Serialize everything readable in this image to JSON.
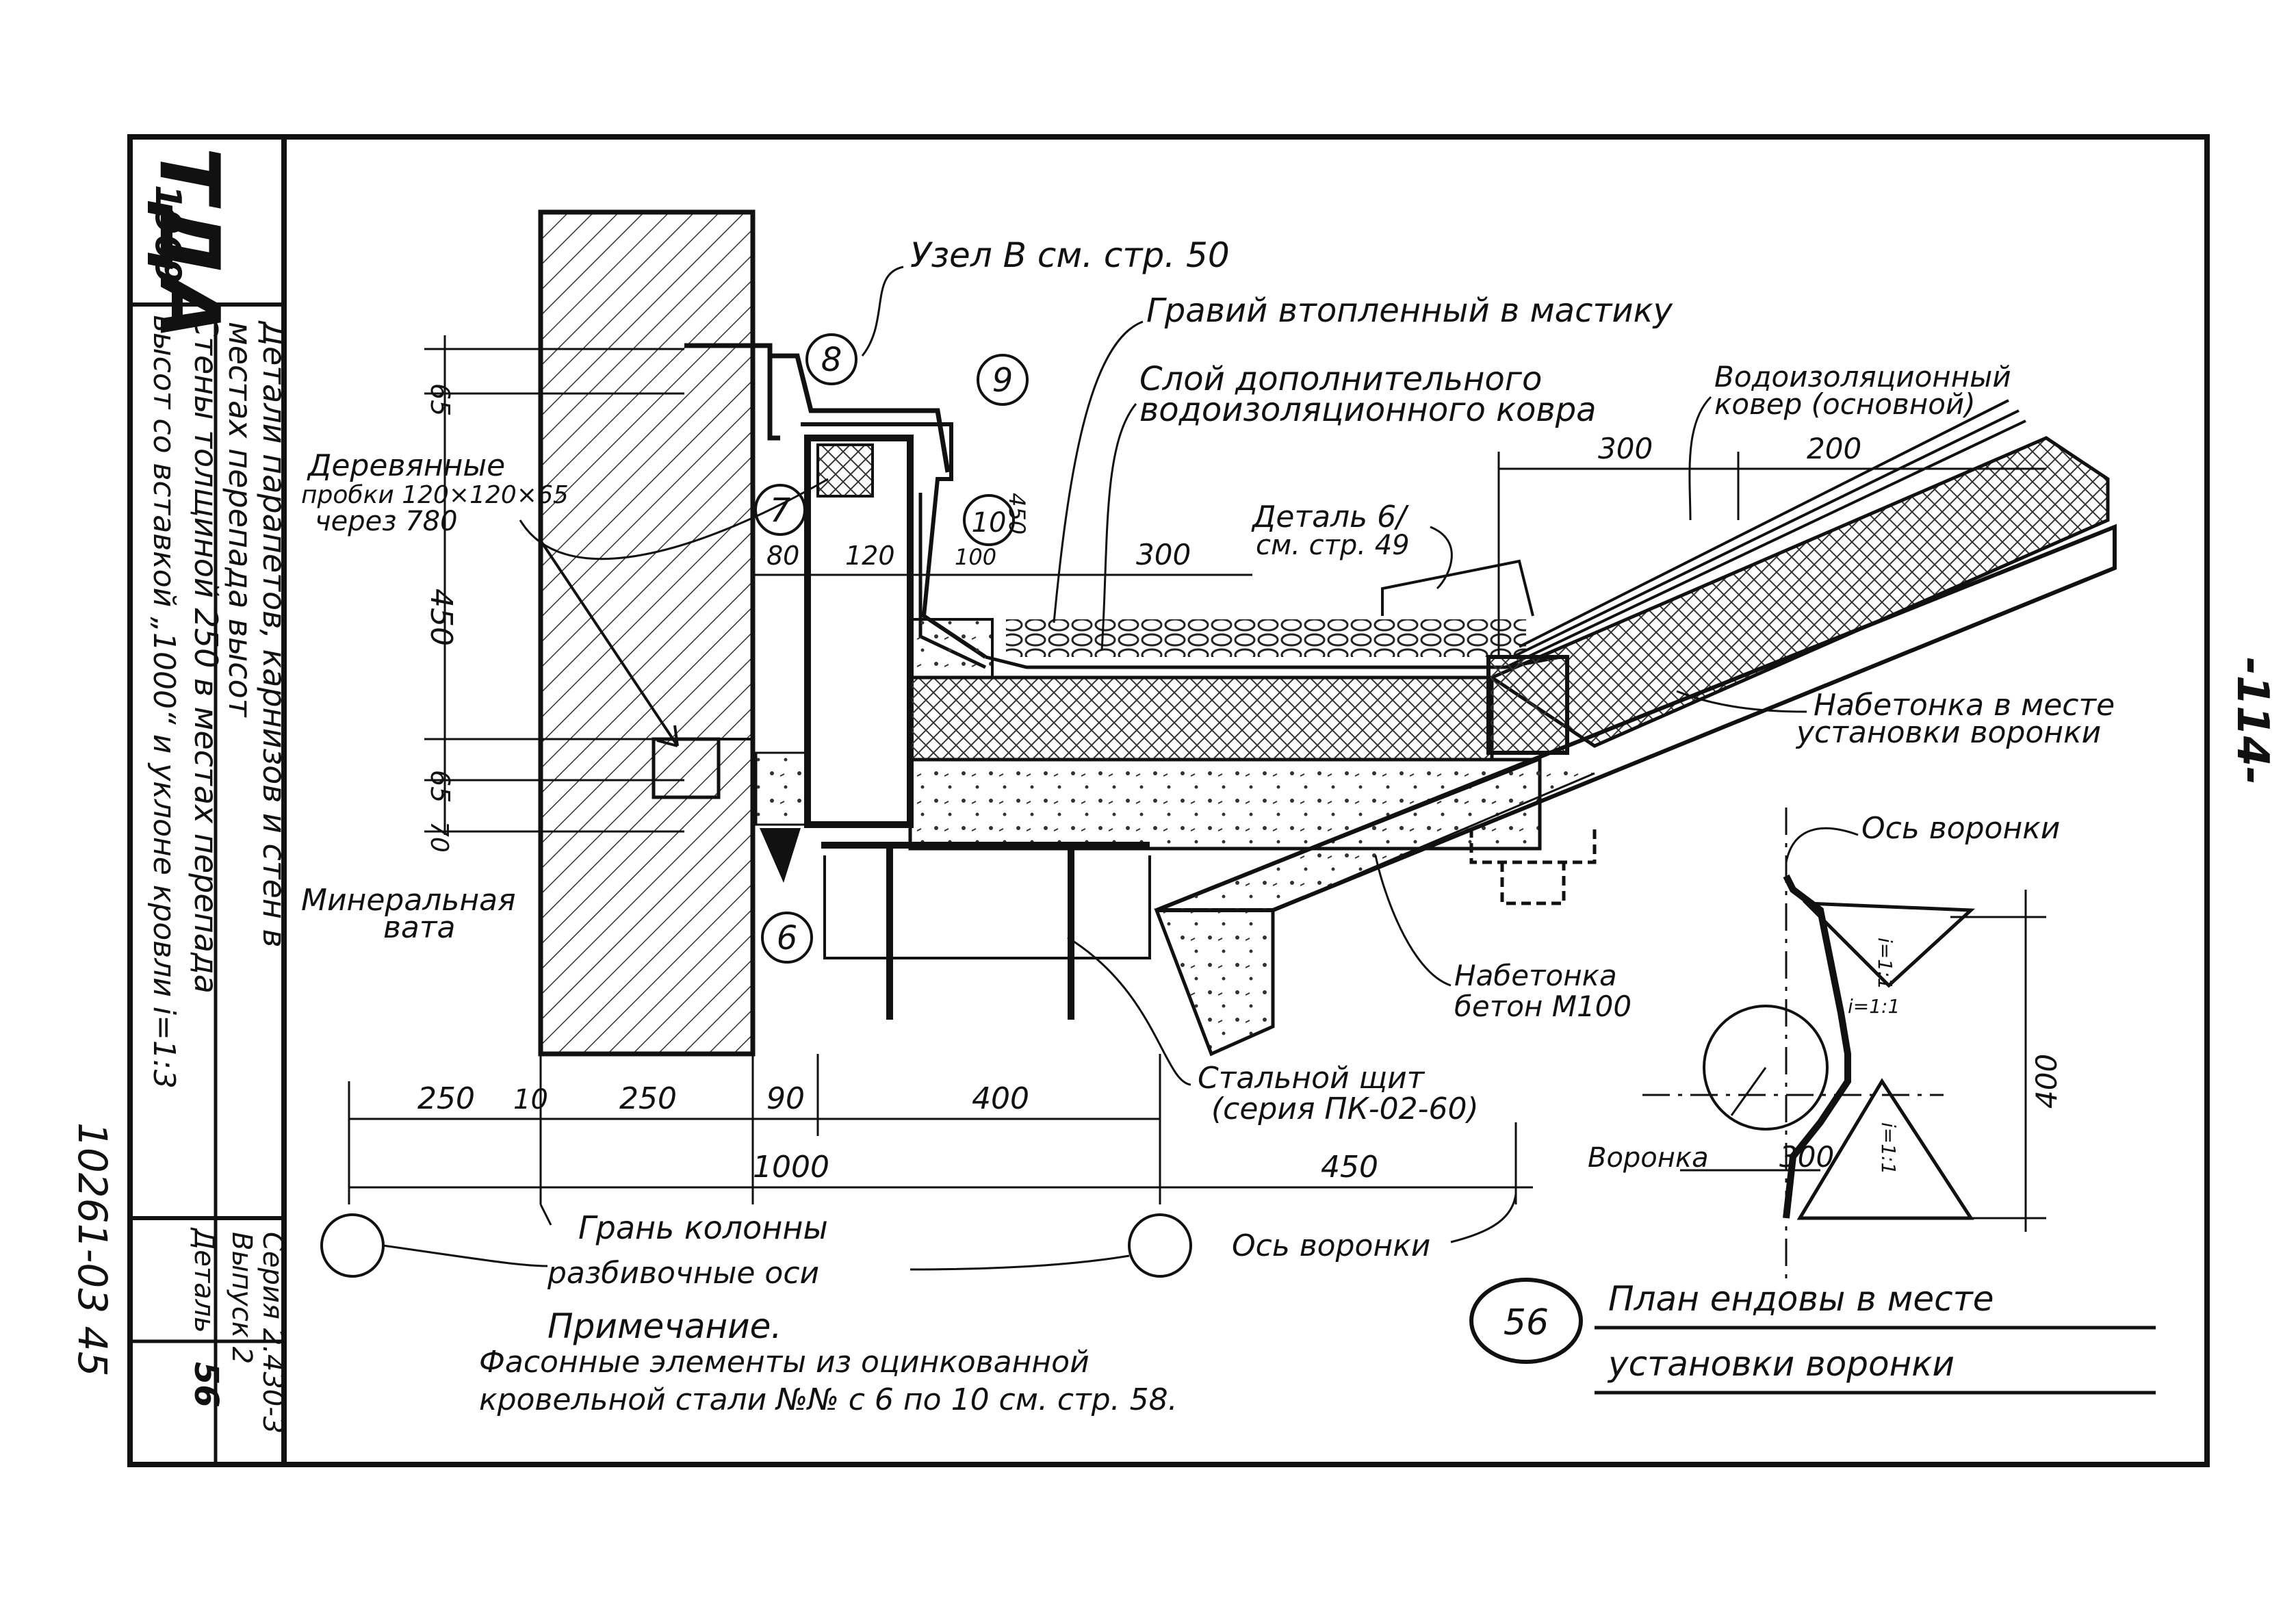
{
  "stamp": {
    "org": "ТДА",
    "year": "1969",
    "title_line1": "Детали парапетов, карнизов и стен в",
    "title_line2": "местах перепада высот",
    "subtitle_line1": "Стены толщиной 250 в местах перепада",
    "subtitle_line2": "высот со вставкой „1000“ и уклоне кровли i=1:3",
    "series_line1": "Серия 2.430-3",
    "series_line2": "Выпуск 2",
    "detail_label": "Деталь",
    "detail_number": "56"
  },
  "margin": {
    "archive_number": "10261-03 45",
    "page_number": "-114-"
  },
  "callouts": {
    "node_b": "Узел В см. стр. 50",
    "gravel": "Гравий втопленный в мастику",
    "extra_layer_line1": "Слой дополнительного",
    "extra_layer_line2": "водоизоляционного ковра",
    "main_carpet_line1": "Водоизоляционный",
    "main_carpet_line2": "ковер (основной)",
    "wood_plugs_line1": "Деревянные",
    "wood_plugs_line2": "пробки 120×120×65",
    "wood_plugs_line3": "через 780",
    "detail6_line1": "Деталь 6/",
    "detail6_line2": "см. стр. 49",
    "concrete_funnel_line1": "Набетонка в месте",
    "concrete_funnel_line2": "установки воронки",
    "mineral_wool_line1": "Минеральная",
    "mineral_wool_line2": "вата",
    "concrete_m100_line1": "Набетонка",
    "concrete_m100_line2": "бетон М100",
    "steel_panel_line1": "Стальной щит",
    "steel_panel_line2": "(серия ПК-02-60)",
    "column_face": "Грань колонны",
    "layout_axes": "разбивочные оси",
    "funnel_axis": "Ось воронки",
    "funnel_axis_plan": "Ось воронки",
    "funnel": "Воронка",
    "slope1": "i=1:1",
    "slope2": "i=1:1",
    "slope3": "i=1:1"
  },
  "markers": [
    "8",
    "9",
    "7",
    "10",
    "6"
  ],
  "dimensions": {
    "d65_top": "65",
    "d450_left": "450",
    "d65_low": "65",
    "d70": "70",
    "d80": "80",
    "d120": "120",
    "d100": "100",
    "d450_small": "450",
    "d300_a": "300",
    "d300_b": "300",
    "d200": "200",
    "b250a": "250",
    "b10": "10",
    "b250b": "250",
    "b90": "90",
    "b400": "400",
    "b1000": "1000",
    "b450": "450",
    "plan300": "300",
    "plan400": "400"
  },
  "note": {
    "heading": "Примечание.",
    "line1": "Фасонные элементы из оцинкованной",
    "line2": "кровельной стали №№ с 6 по 10 см. стр. 58."
  },
  "plan": {
    "badge": "56",
    "title_line1": "План ендовы в месте",
    "title_line2": "установки воронки"
  }
}
